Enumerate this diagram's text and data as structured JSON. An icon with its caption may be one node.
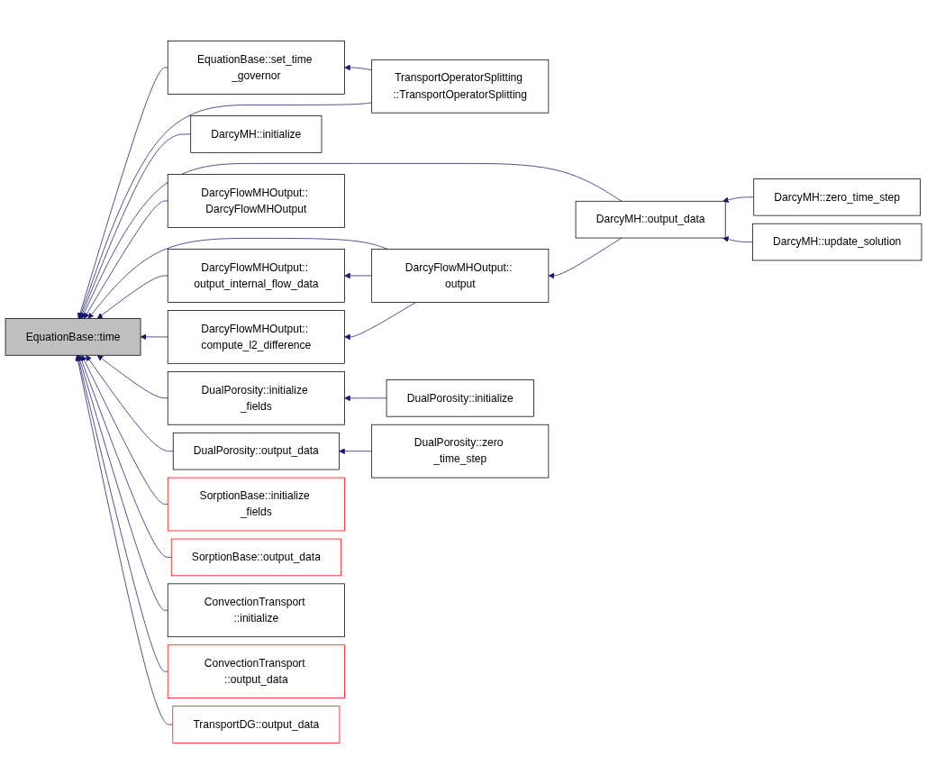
{
  "diagram": {
    "nodes": [
      {
        "text": [
          "EquationBase::time"
        ]
      },
      {
        "text": [
          "EquationBase::set_time _governor"
        ]
      },
      {
        "text": [
          "TransportOperatorSplitting ::TransportOperatorSplitting"
        ]
      },
      {
        "text": [
          "DarcyMH::initialize"
        ]
      },
      {
        "text": [
          "DarcyFlowMHOutput:: DarcyFlowMHOutput"
        ]
      },
      {
        "text": [
          "DarcyMH::output_data"
        ]
      },
      {
        "text": [
          "DarcyMH::zero_time_step"
        ]
      },
      {
        "text": [
          "DarcyMH::update_solution"
        ]
      },
      {
        "text": [
          "DarcyFlowMHOutput:: output"
        ]
      },
      {
        "text": [
          "DarcyFlowMHOutput:: output_internal_flow_data"
        ]
      },
      {
        "text": [
          "DarcyFlowMHOutput:: compute_l2_difference"
        ]
      },
      {
        "text": [
          "DualPorosity::initialize _fields"
        ]
      },
      {
        "text": [
          "DualPorosity::initialize"
        ]
      },
      {
        "text": [
          "DualPorosity::output_data"
        ]
      },
      {
        "text": [
          "DualPorosity::zero _time_step"
        ]
      },
      {
        "text": [
          "SorptionBase::initialize _fields"
        ]
      },
      {
        "text": [
          "SorptionBase::output_data"
        ]
      },
      {
        "text": [
          "ConvectionTransport ::initialize"
        ]
      },
      {
        "text": [
          "ConvectionTransport ::output_data"
        ]
      },
      {
        "text": [
          "TransportDG::output_data"
        ]
      }
    ],
    "edges": [
      {
        "from": 1,
        "to": 0,
        "arrow": "to"
      },
      {
        "from": 2,
        "to": 1,
        "arrow": "to"
      },
      {
        "from": 2,
        "to": 0,
        "arrow": "to"
      },
      {
        "from": 3,
        "to": 0,
        "arrow": "to"
      },
      {
        "from": 5,
        "to": 0,
        "arrow": "to"
      },
      {
        "from": 6,
        "to": 5,
        "arrow": "to"
      },
      {
        "from": 7,
        "to": 5,
        "arrow": "to"
      },
      {
        "from": 4,
        "to": 0,
        "arrow": "to"
      },
      {
        "from": 8,
        "to": 0,
        "arrow": "to"
      },
      {
        "from": 5,
        "to": 8,
        "arrow": "to"
      },
      {
        "from": 9,
        "to": 0,
        "arrow": "to"
      },
      {
        "from": 8,
        "to": 9,
        "arrow": "to"
      },
      {
        "from": 10,
        "to": 0,
        "arrow": "to"
      },
      {
        "from": 8,
        "to": 10,
        "arrow": "to"
      },
      {
        "from": 11,
        "to": 0,
        "arrow": "to"
      },
      {
        "from": 12,
        "to": 11,
        "arrow": "to"
      },
      {
        "from": 13,
        "to": 0,
        "arrow": "to"
      },
      {
        "from": 14,
        "to": 13,
        "arrow": "to"
      },
      {
        "from": 15,
        "to": 0,
        "arrow": "to"
      },
      {
        "from": 16,
        "to": 0,
        "arrow": "to"
      },
      {
        "from": 17,
        "to": 0,
        "arrow": "to"
      },
      {
        "from": 18,
        "to": 0,
        "arrow": "to"
      },
      {
        "from": 19,
        "to": 0,
        "arrow": "to"
      }
    ]
  }
}
